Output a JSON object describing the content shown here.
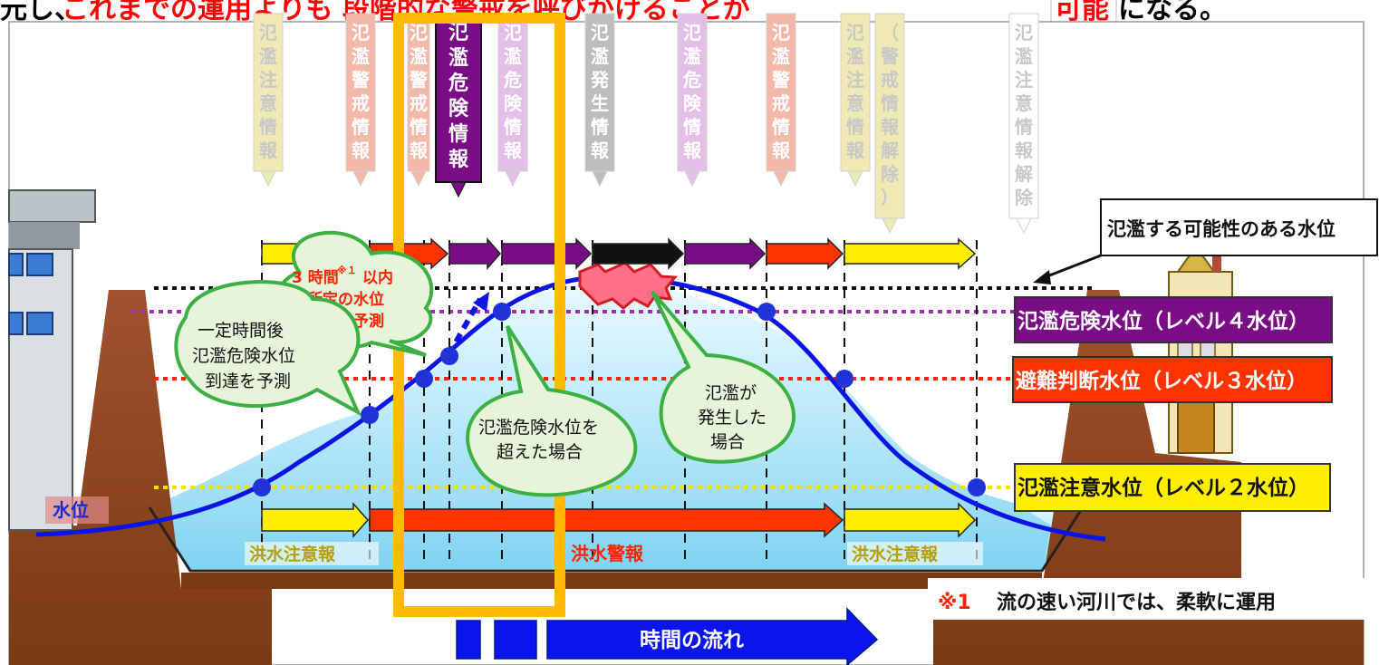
{
  "top_banner": {
    "prefix": "元し、",
    "red_text": "これまでの運用よりも 段階的な警戒を呼びかけることが",
    "highlight": "可能",
    "suffix": "になる。"
  },
  "info_cards": [
    {
      "label": "氾濫注意情報",
      "color": "#efe9b4",
      "text_color": "#c8c8c8",
      "state": "faded"
    },
    {
      "label": "氾濫警戒情報",
      "color": "#f3b8aa",
      "text_color": "#ffffff",
      "state": "faded"
    },
    {
      "label": "氾濫警戒情報",
      "color": "#f3b8aa",
      "text_color": "#ffffff",
      "state": "faded"
    },
    {
      "label": "氾濫危険情報",
      "color": "#7a0c86",
      "text_color": "#ffffff",
      "state": "active"
    },
    {
      "label": "氾濫危険情報",
      "color": "#e3bfe8",
      "text_color": "#ffffff",
      "state": "faded"
    },
    {
      "label": "氾濫発生情報",
      "color": "#bdbdbd",
      "text_color": "#ffffff",
      "state": "faded"
    },
    {
      "label": "氾濫危険情報",
      "color": "#e3bfe8",
      "text_color": "#ffffff",
      "state": "faded"
    },
    {
      "label": "氾濫警戒情報",
      "color": "#f3b8aa",
      "text_color": "#ffffff",
      "state": "faded"
    },
    {
      "label": "氾濫注意情報",
      "color": "#efe9b4",
      "text_color": "#c8c8c8",
      "state": "faded"
    },
    {
      "label": "（警戒情報解除）",
      "color": "#efe9b4",
      "text_color": "#c8c8c8",
      "state": "faded"
    },
    {
      "label": "氾濫注意情報解除",
      "color": "#ffffff",
      "text_color": "#c8c8c8",
      "state": "faded"
    }
  ],
  "levels": {
    "overflow": "氾濫する可能性のある水位",
    "danger": "氾濫危険水位（レベル４水位）",
    "evacuation": "避難判断水位（レベル３水位）",
    "caution": "氾濫注意水位（レベル２水位）"
  },
  "level_colors": {
    "danger": "#7a0c86",
    "evacuation": "#ff3300",
    "caution": "#ffee00"
  },
  "callouts": {
    "three_hours_line1": "3 時間",
    "three_hours_mark": "※１",
    "three_hours_line1b": "以内",
    "three_hours_line2": "に所定の水位",
    "three_hours_line3": "に到達を予測",
    "predict_line1": "一定時間後",
    "predict_line2": "氾濫危険水位",
    "predict_line3": "到達を予測",
    "exceed_line1": "氾濫危険水位を",
    "exceed_line2": "超えた場合",
    "occur_line1": "氾濫が",
    "occur_line2": "発生した",
    "occur_line3": "場合"
  },
  "water_level_label": "水位",
  "forecasts": {
    "caution_left": "洪水注意報",
    "warning": "洪水警報",
    "caution_right": "洪水注意報"
  },
  "footnote": {
    "mark": "※1",
    "text": "流の速い河川では、柔軟に運用"
  },
  "time_label": "時間の流れ",
  "highlight_color": "#ffbb00"
}
